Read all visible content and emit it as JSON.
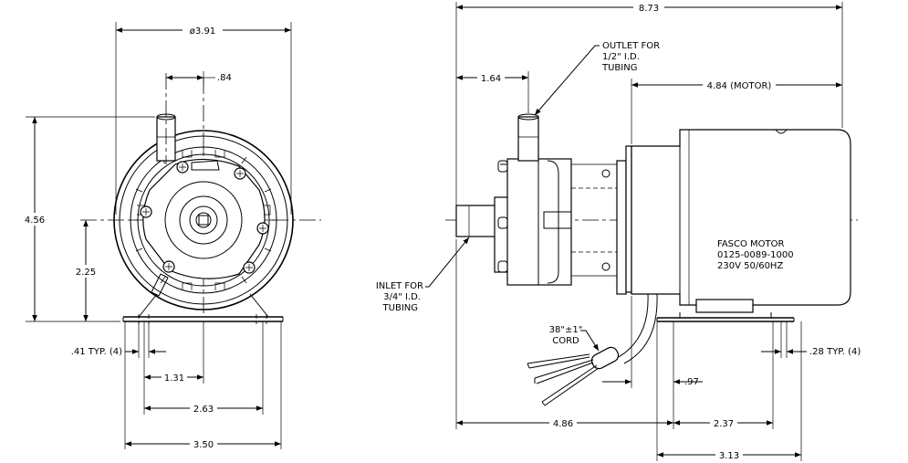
{
  "front_view": {
    "dim_diameter": "ø3.91",
    "dim_outlet_offset": ".84",
    "dim_height": "4.56",
    "dim_center_height": "2.25",
    "dim_slot": ".41 TYP. (4)",
    "dim_half_hole": "1.31",
    "dim_hole_spacing": "2.63",
    "dim_base_width": "3.50"
  },
  "side_view": {
    "dim_overall_length": "8.73",
    "dim_inlet_length": "1.64",
    "dim_motor_length": "4.84 (MOTOR)",
    "dim_slot": ".28 TYP. (4)",
    "dim_flange_offset": ".97",
    "dim_to_hole": "4.86",
    "dim_hole_spacing": "2.37",
    "dim_base_length": "3.13",
    "outlet_note": [
      "OUTLET FOR",
      "1/2\" I.D.",
      "TUBING"
    ],
    "inlet_note": [
      "INLET FOR",
      "3/4\" I.D.",
      "TUBING"
    ],
    "cord_note": [
      "38\"±1\"",
      "CORD"
    ],
    "motor_label": [
      "FASCO MOTOR",
      "0125-0089-1000",
      "230V 50/60HZ"
    ]
  }
}
